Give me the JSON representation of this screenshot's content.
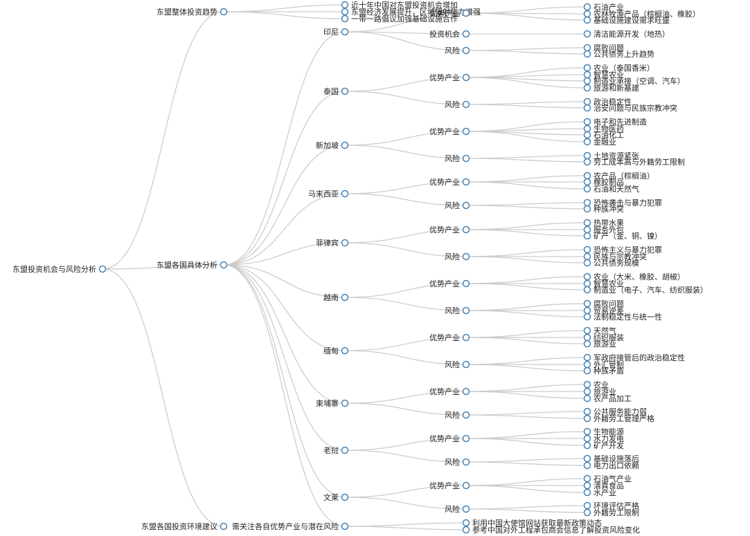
{
  "tree": {
    "name": "东盟投资机会与风险分析",
    "children": [
      {
        "name": "东盟整体投资趋势",
        "children": [
          {
            "name": "近十年中国对东盟投资机会增加"
          },
          {
            "name": "东盟经济发展提升，区域辐射能力增强"
          },
          {
            "name": "一带一路倡议加强基础设施合作"
          }
        ]
      },
      {
        "name": "东盟各国具体分析",
        "children": [
          {
            "name": "印尼",
            "children": [
              {
                "name": "优势产业",
                "children": [
                  {
                    "name": "石油产业"
                  },
                  {
                    "name": "农林牧渔产品（棕榈油、橡胶）"
                  },
                  {
                    "name": "基础设施建设需求旺盛"
                  }
                ]
              },
              {
                "name": "投资机会",
                "children": [
                  {
                    "name": "清洁能源开发（地热）"
                  }
                ]
              },
              {
                "name": "风险",
                "children": [
                  {
                    "name": "腐败问题"
                  },
                  {
                    "name": "公共债务上升趋势"
                  }
                ]
              }
            ]
          },
          {
            "name": "泰国",
            "children": [
              {
                "name": "优势产业",
                "children": [
                  {
                    "name": "农业（泰国香米）"
                  },
                  {
                    "name": "智慧农业"
                  },
                  {
                    "name": "制造业承接（空调、汽车）"
                  },
                  {
                    "name": "旅游和新基建"
                  }
                ]
              },
              {
                "name": "风险",
                "children": [
                  {
                    "name": "政治稳定性"
                  },
                  {
                    "name": "治安问题与民族宗教冲突"
                  }
                ]
              }
            ]
          },
          {
            "name": "新加坡",
            "children": [
              {
                "name": "优势产业",
                "children": [
                  {
                    "name": "电子和先进制造"
                  },
                  {
                    "name": "生物医药"
                  },
                  {
                    "name": "石油化工"
                  },
                  {
                    "name": "金融业"
                  }
                ]
              },
              {
                "name": "风险",
                "children": [
                  {
                    "name": "土地资源紧张"
                  },
                  {
                    "name": "劳工成本高与外籍劳工限制"
                  }
                ]
              }
            ]
          },
          {
            "name": "马来西亚",
            "children": [
              {
                "name": "优势产业",
                "children": [
                  {
                    "name": "农产品（棕榈油）"
                  },
                  {
                    "name": "橡胶制品"
                  },
                  {
                    "name": "石油和天然气"
                  }
                ]
              },
              {
                "name": "风险",
                "children": [
                  {
                    "name": "恐怖袭击与暴力犯罪"
                  },
                  {
                    "name": "种族冲突"
                  }
                ]
              }
            ]
          },
          {
            "name": "菲律宾",
            "children": [
              {
                "name": "优势产业",
                "children": [
                  {
                    "name": "热带水果"
                  },
                  {
                    "name": "服务外包"
                  },
                  {
                    "name": "矿产（金、铜、镍）"
                  }
                ]
              },
              {
                "name": "风险",
                "children": [
                  {
                    "name": "恐怖主义与暴力犯罪"
                  },
                  {
                    "name": "民族与宗教冲突"
                  },
                  {
                    "name": "公共债务规模"
                  }
                ]
              }
            ]
          },
          {
            "name": "越南",
            "children": [
              {
                "name": "优势产业",
                "children": [
                  {
                    "name": "农业（大米、橡胶、胡椒）"
                  },
                  {
                    "name": "智慧农业"
                  },
                  {
                    "name": "制造业（电子、汽车、纺织服装）"
                  }
                ]
              },
              {
                "name": "风险",
                "children": [
                  {
                    "name": "腐败问题"
                  },
                  {
                    "name": "贸易逆差"
                  },
                  {
                    "name": "法制稳定性与统一性"
                  }
                ]
              }
            ]
          },
          {
            "name": "缅甸",
            "children": [
              {
                "name": "优势产业",
                "children": [
                  {
                    "name": "天然气"
                  },
                  {
                    "name": "纺织服装"
                  },
                  {
                    "name": "旅游业"
                  }
                ]
              },
              {
                "name": "风险",
                "children": [
                  {
                    "name": "军政府接管后的政治稳定性"
                  },
                  {
                    "name": "外汇管制"
                  },
                  {
                    "name": "种族矛盾"
                  }
                ]
              }
            ]
          },
          {
            "name": "柬埔寨",
            "children": [
              {
                "name": "优势产业",
                "children": [
                  {
                    "name": "农业"
                  },
                  {
                    "name": "旅游业"
                  },
                  {
                    "name": "农产品加工"
                  }
                ]
              },
              {
                "name": "风险",
                "children": [
                  {
                    "name": "公共服务能力弱"
                  },
                  {
                    "name": "外籍劳工管理严格"
                  }
                ]
              }
            ]
          },
          {
            "name": "老挝",
            "children": [
              {
                "name": "优势产业",
                "children": [
                  {
                    "name": "生物能源"
                  },
                  {
                    "name": "水力发电"
                  },
                  {
                    "name": "矿产开发"
                  }
                ]
              },
              {
                "name": "风险",
                "children": [
                  {
                    "name": "基础设施落后"
                  },
                  {
                    "name": "电力出口依赖"
                  }
                ]
              }
            ]
          },
          {
            "name": "文莱",
            "children": [
              {
                "name": "优势产业",
                "children": [
                  {
                    "name": "石油气产业"
                  },
                  {
                    "name": "清真食品"
                  },
                  {
                    "name": "水产业"
                  }
                ]
              },
              {
                "name": "风险",
                "children": [
                  {
                    "name": "环境评估严格"
                  },
                  {
                    "name": "外籍劳工限制"
                  }
                ]
              }
            ]
          },
          {
            "name": "需关注各自优势产业与潜在风险",
            "children": [
              {
                "name": "利用中国大使馆网站获取最新政策动态"
              },
              {
                "name": "参考中国对外工程承包商会信息了解投资风险变化"
              }
            ]
          }
        ]
      },
      {
        "name": "东盟各国投资环境建议"
      }
    ]
  }
}
